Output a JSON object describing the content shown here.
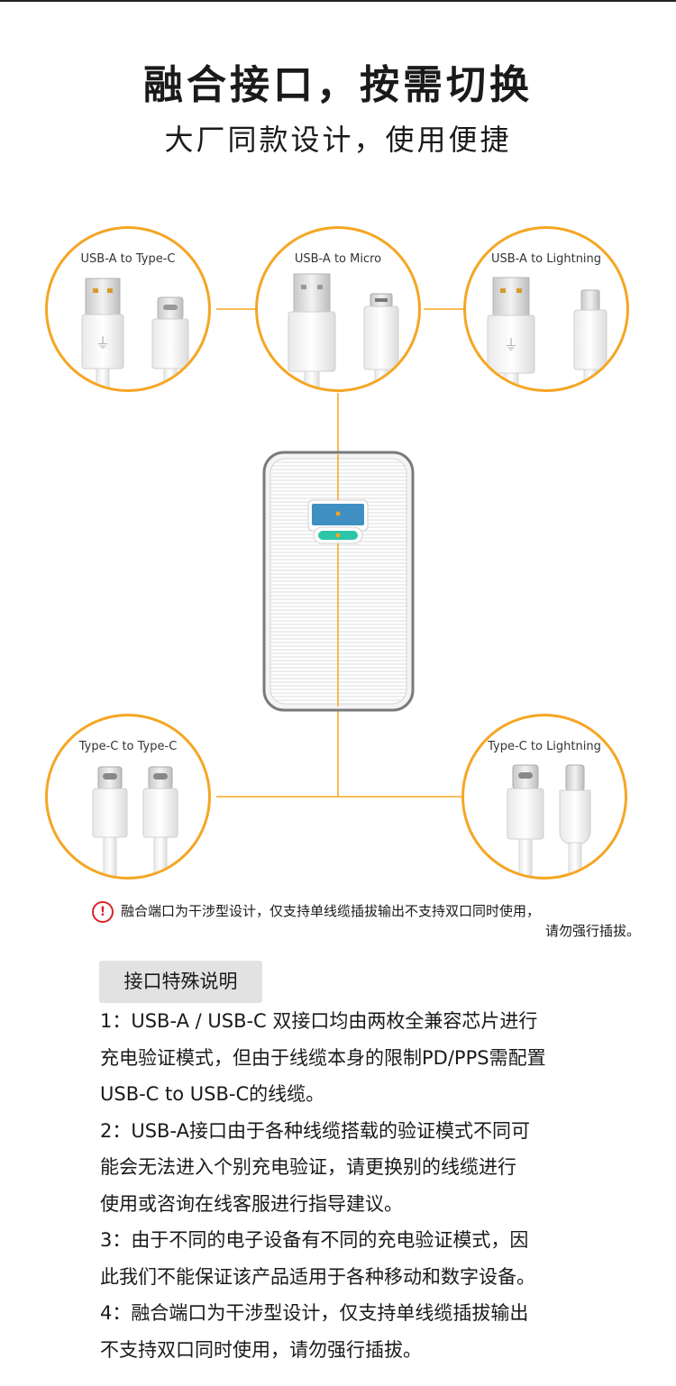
{
  "header": {
    "title": "融合接口，按需切换",
    "subtitle": "大厂同款设计，使用便捷"
  },
  "diagram": {
    "cables": {
      "usb_a_type_c": "USB-A to Type-C",
      "usb_a_micro": "USB-A to Micro",
      "usb_a_lightning": "USB-A to Lightning",
      "type_c_type_c": "Type-C to Type-C",
      "type_c_lightning": "Type-C to Lightning"
    },
    "colors": {
      "accent": "#f5a623",
      "usb_a_port": "#3f8fc2",
      "usb_c_port": "#2cc5a8",
      "warning": "#d9232d"
    }
  },
  "notice": {
    "icon": "exclamation-circle-icon",
    "line1": "融合端口为干涉型设计，仅支持单线缆插拔输出不支持双口同时使用，",
    "line2": "请勿强行插拔。"
  },
  "special": {
    "tag": "接口特殊说明",
    "lines": [
      "1：USB-A / USB-C 双接口均由两枚全兼容芯片进行",
      "充电验证模式，但由于线缆本身的限制PD/PPS需配置",
      "USB-C to USB-C的线缆。",
      "2：USB-A接口由于各种线缆搭载的验证模式不同可",
      "能会无法进入个别充电验证，请更换别的线缆进行",
      "使用或咨询在线客服进行指导建议。",
      "3：由于不同的电子设备有不同的充电验证模式，因",
      "此我们不能保证该产品适用于各种移动和数字设备。",
      "4：融合端口为干涉型设计，仅支持单线缆插拔输出",
      "不支持双口同时使用，请勿强行插拔。"
    ]
  }
}
